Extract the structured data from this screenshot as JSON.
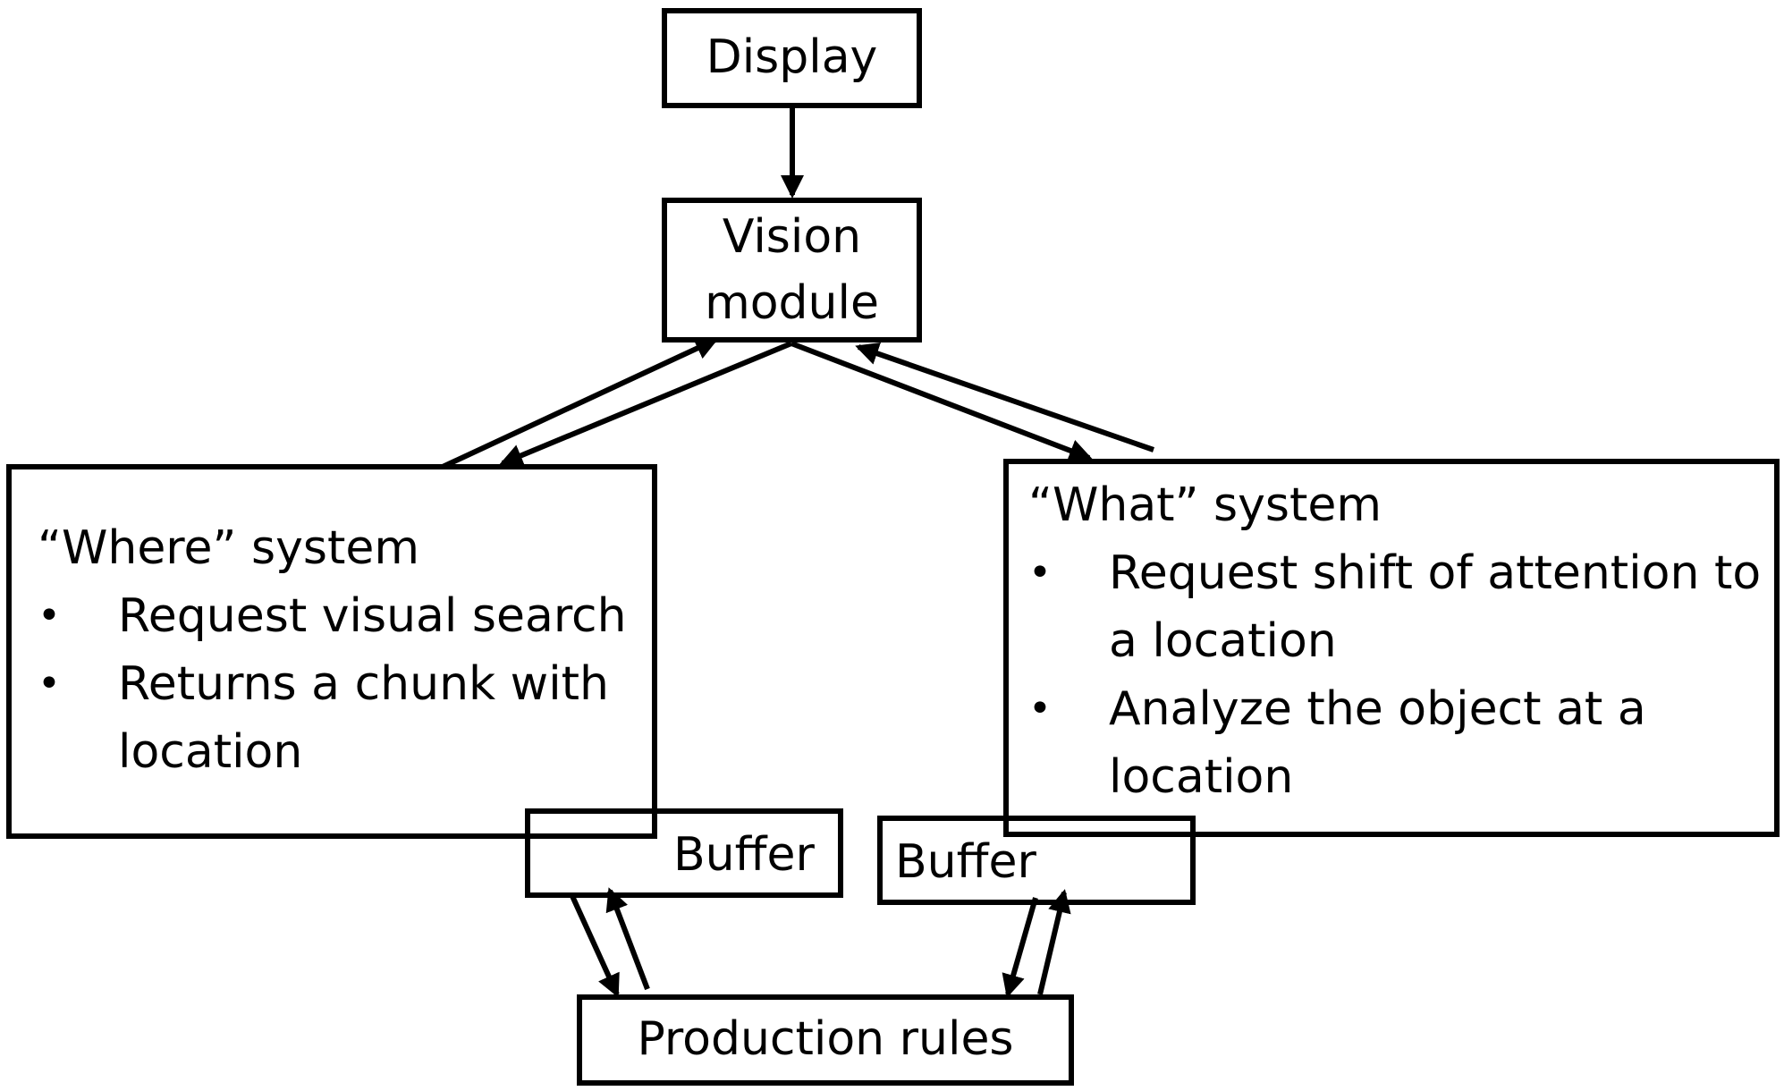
{
  "nodes": {
    "display": "Display",
    "vision": [
      "Vision",
      "module"
    ],
    "where": {
      "title": "“Where” system",
      "items": [
        [
          "Request visual search"
        ],
        [
          "Returns a chunk with",
          "location"
        ]
      ]
    },
    "what": {
      "title": "“What” system",
      "items": [
        [
          "Request shift of attention to",
          "a location"
        ],
        [
          "Analyze the object at a",
          "location"
        ]
      ]
    },
    "buffer_left": "Buffer",
    "buffer_right": "Buffer",
    "production": "Production rules"
  },
  "bullet_char": "•",
  "colors": {
    "stroke": "#000000",
    "background": "#ffffff"
  }
}
